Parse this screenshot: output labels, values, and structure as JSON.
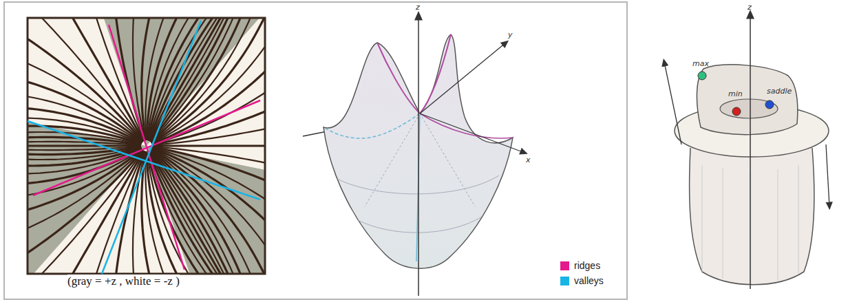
{
  "diagram": {
    "labels": [
      "(gray = +z , white = -z )",
      "z",
      "y",
      "x",
      "z",
      "max",
      "min",
      "saddle"
    ],
    "legend": [
      {
        "text": "ridges",
        "color": "#e6198c"
      },
      {
        "text": "valleys",
        "color": "#19b4e6"
      }
    ]
  }
}
